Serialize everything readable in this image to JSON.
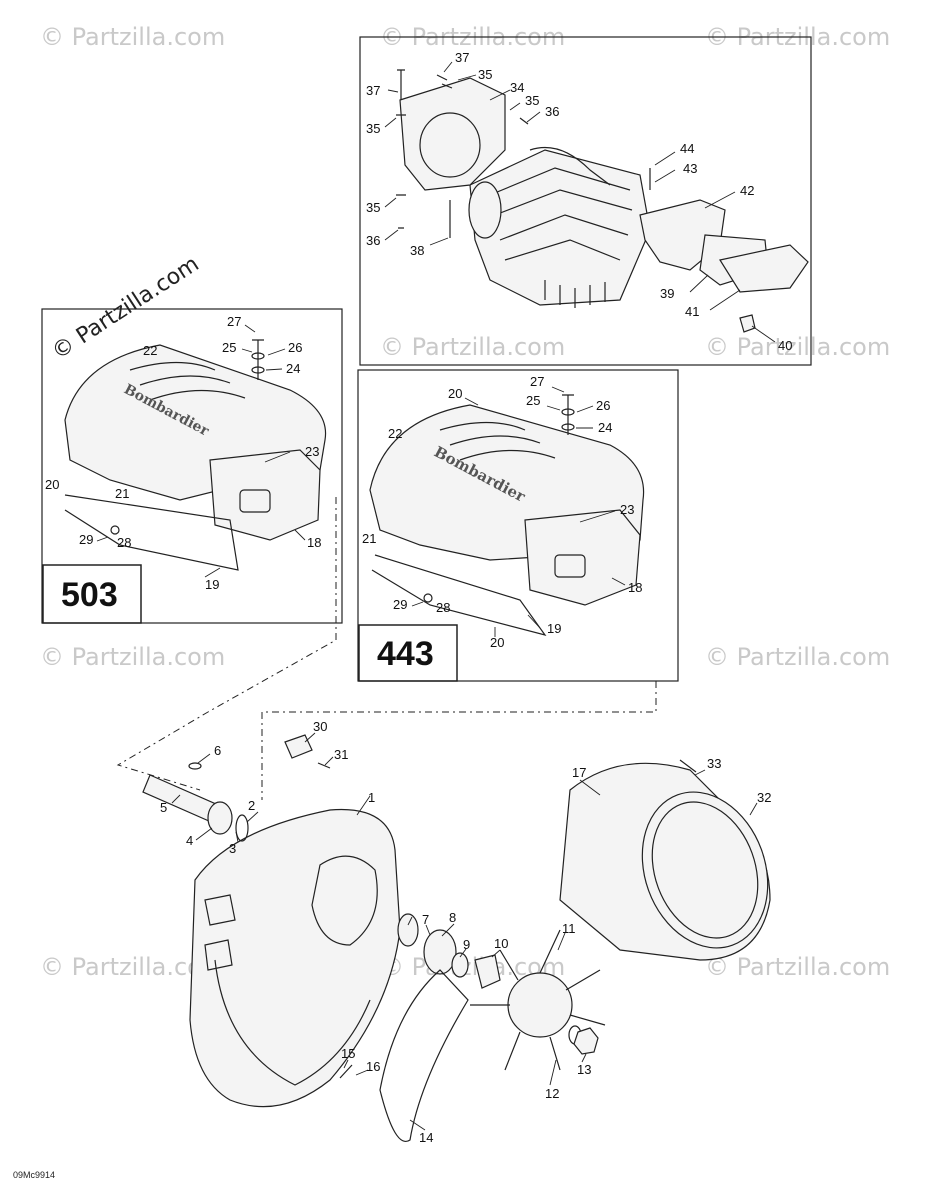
{
  "watermark": {
    "text": "© Partzilla.com"
  },
  "diagram_code": "09Mc9914",
  "boxes": {
    "variant_503": {
      "label": "503"
    },
    "variant_443": {
      "label": "443"
    }
  },
  "callouts": {
    "c1": "1",
    "c2": "2",
    "c3": "3",
    "c4": "4",
    "c5": "5",
    "c6": "6",
    "c7": "7",
    "c8": "8",
    "c9": "9",
    "c10": "10",
    "c11": "11",
    "c12": "12",
    "c13": "13",
    "c14": "14",
    "c15": "15",
    "c16": "16",
    "c17": "17",
    "c18a": "18",
    "c18b": "18",
    "c19a": "19",
    "c19b": "19",
    "c20a": "20",
    "c20b": "20",
    "c20c": "20",
    "c21a": "21",
    "c21b": "21",
    "c22a": "22",
    "c22b": "22",
    "c23a": "23",
    "c23b": "23",
    "c24a": "24",
    "c24b": "24",
    "c25a": "25",
    "c25b": "25",
    "c26a": "26",
    "c26b": "26",
    "c27a": "27",
    "c27b": "27",
    "c28a": "28",
    "c28b": "28",
    "c29a": "29",
    "c29b": "29",
    "c30": "30",
    "c31": "31",
    "c32": "32",
    "c33": "33",
    "c34": "34",
    "c35a": "35",
    "c35b": "35",
    "c35c": "35",
    "c35d": "35",
    "c36a": "36",
    "c36b": "36",
    "c37a": "37",
    "c37b": "37",
    "c38": "38",
    "c39": "39",
    "c40": "40",
    "c41": "41",
    "c42": "42",
    "c43": "43",
    "c44": "44"
  }
}
